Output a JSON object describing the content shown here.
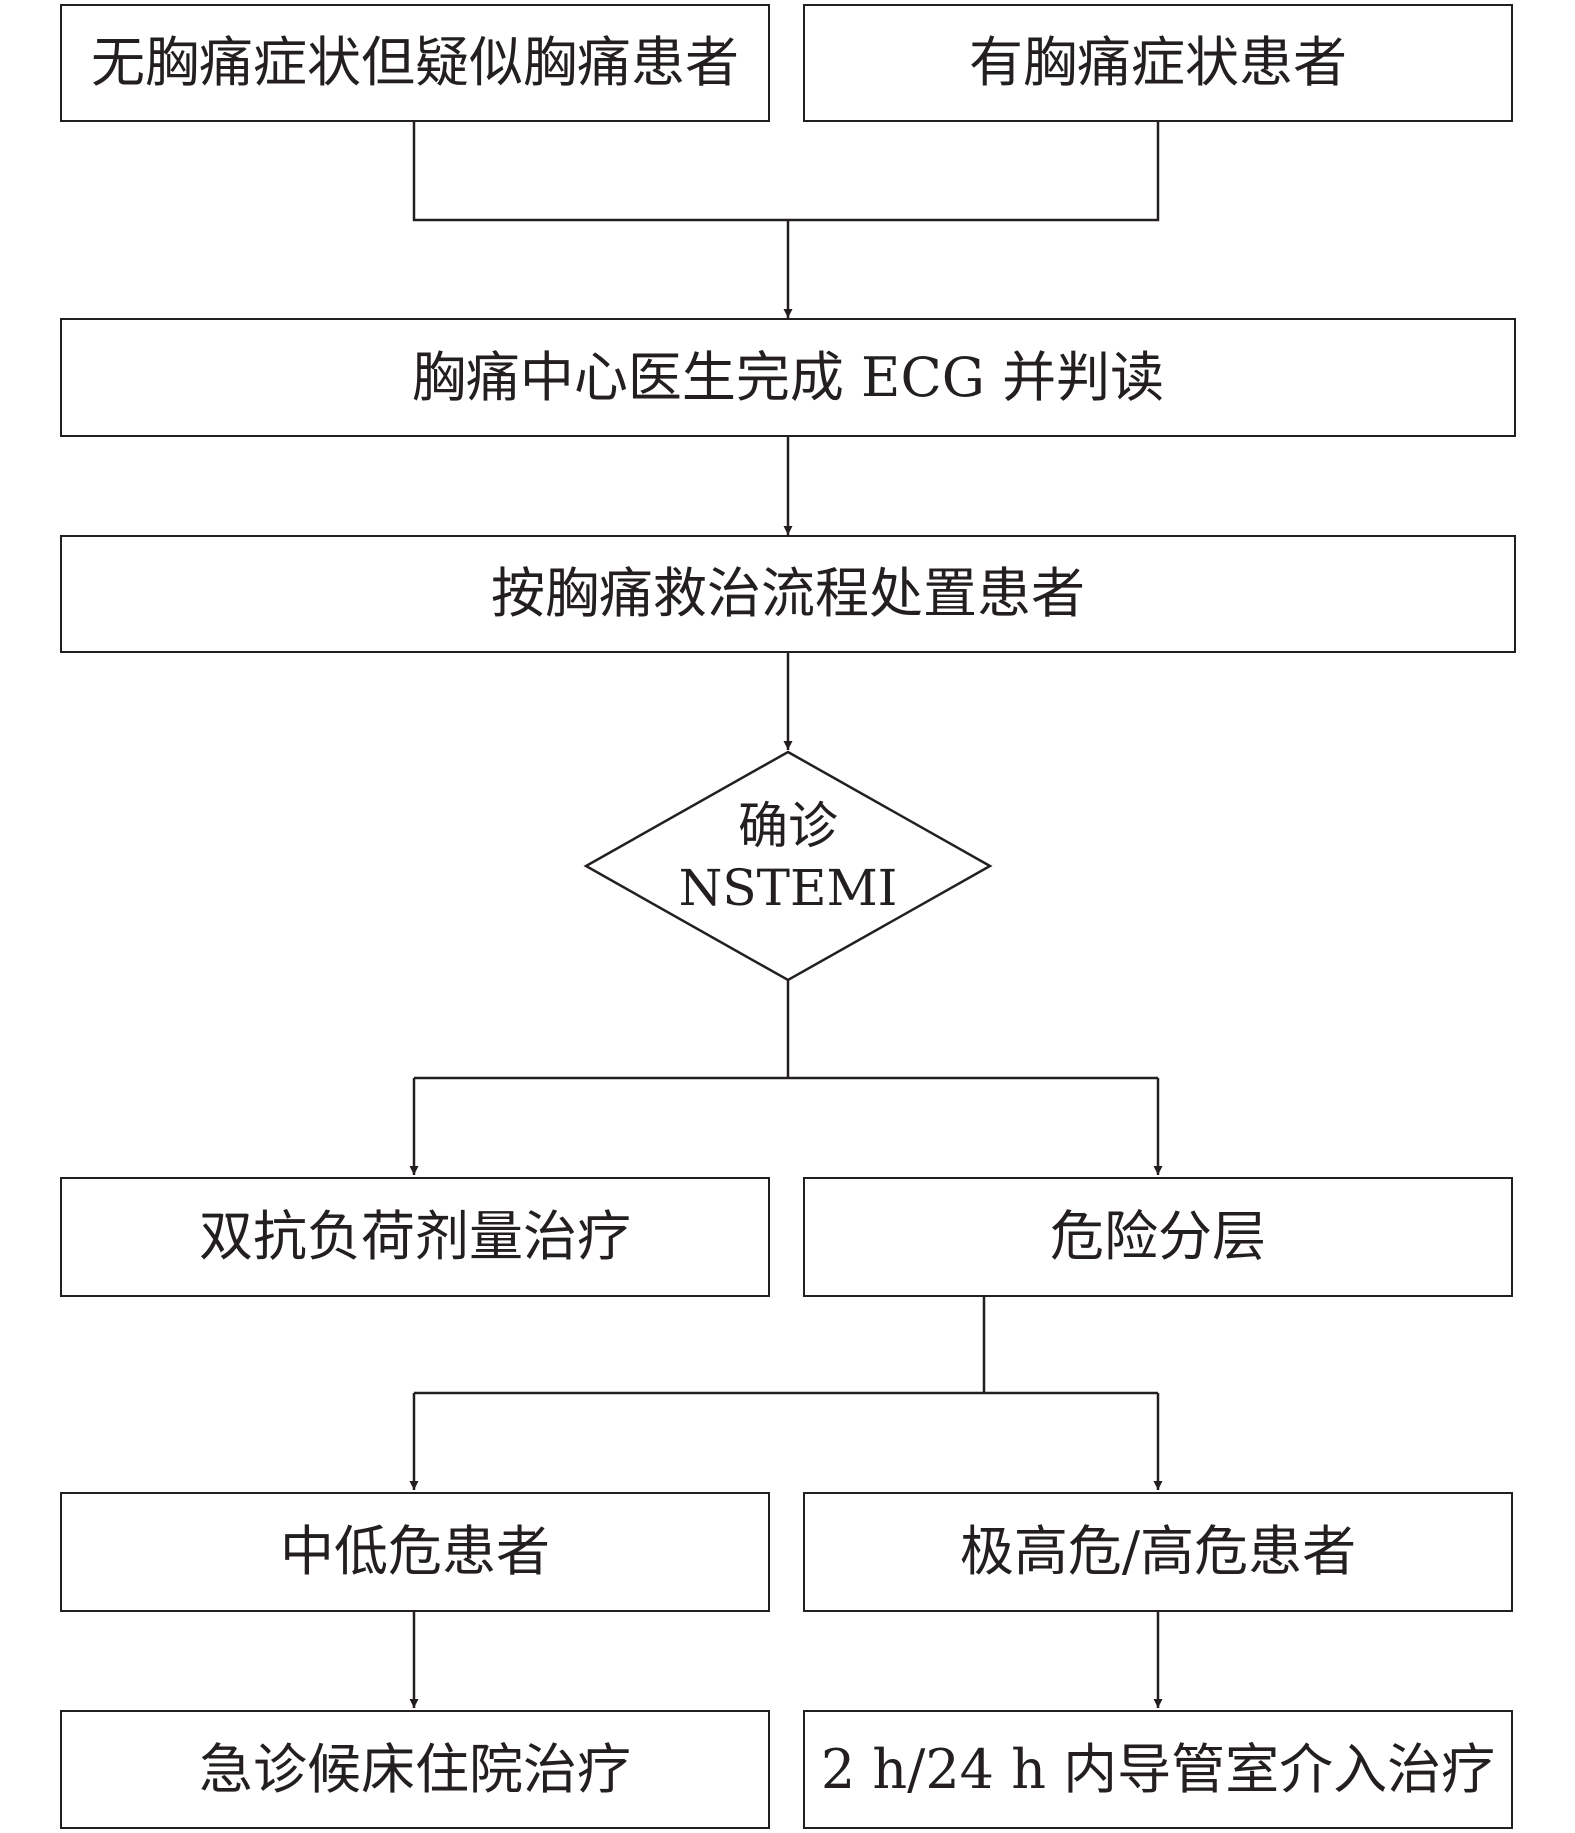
{
  "nodes": {
    "no_pain_suspected": "无胸痛症状但疑似胸痛患者",
    "pain_symptoms": "有胸痛症状患者",
    "ecg": "胸痛中心医生完成 ECG 并判读",
    "protocol": "按胸痛救治流程处置患者",
    "diagnosis_line1": "确诊",
    "diagnosis_line2": "NSTEMI",
    "dual_antiplatelet": "双抗负荷剂量治疗",
    "risk_stratification": "危险分层",
    "low_mid_risk": "中低危患者",
    "very_high_risk": "极高危/高危患者",
    "er_hospitalization": "急诊候床住院治疗",
    "cath_lab": "2 h/24 h 内导管室介入治疗"
  },
  "colors": {
    "stroke": "#231f20",
    "text": "#231f20",
    "background": "#ffffff"
  }
}
